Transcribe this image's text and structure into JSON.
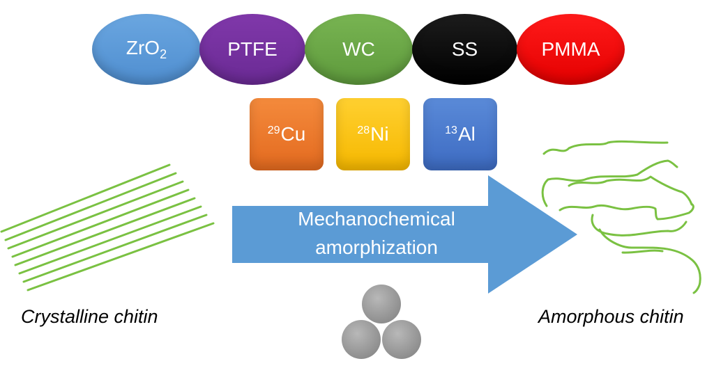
{
  "media": {
    "base": [
      "ZrO",
      "PTFE",
      "WC",
      "SS",
      "PMMA"
    ],
    "zro2_subscript": "2"
  },
  "metals": [
    {
      "mass": "29",
      "symbol": "Cu"
    },
    {
      "mass": "28",
      "symbol": "Ni"
    },
    {
      "mass": "13",
      "symbol": "Al"
    }
  ],
  "process": {
    "line1": "Mechanochemical",
    "line2": "amorphization"
  },
  "labels": {
    "left": "Crystalline chitin",
    "right": "Amorphous chitin"
  },
  "colors": {
    "fiber": "#7ac142",
    "arrow": "#5b9bd5",
    "ball": "#9a9a9a"
  }
}
